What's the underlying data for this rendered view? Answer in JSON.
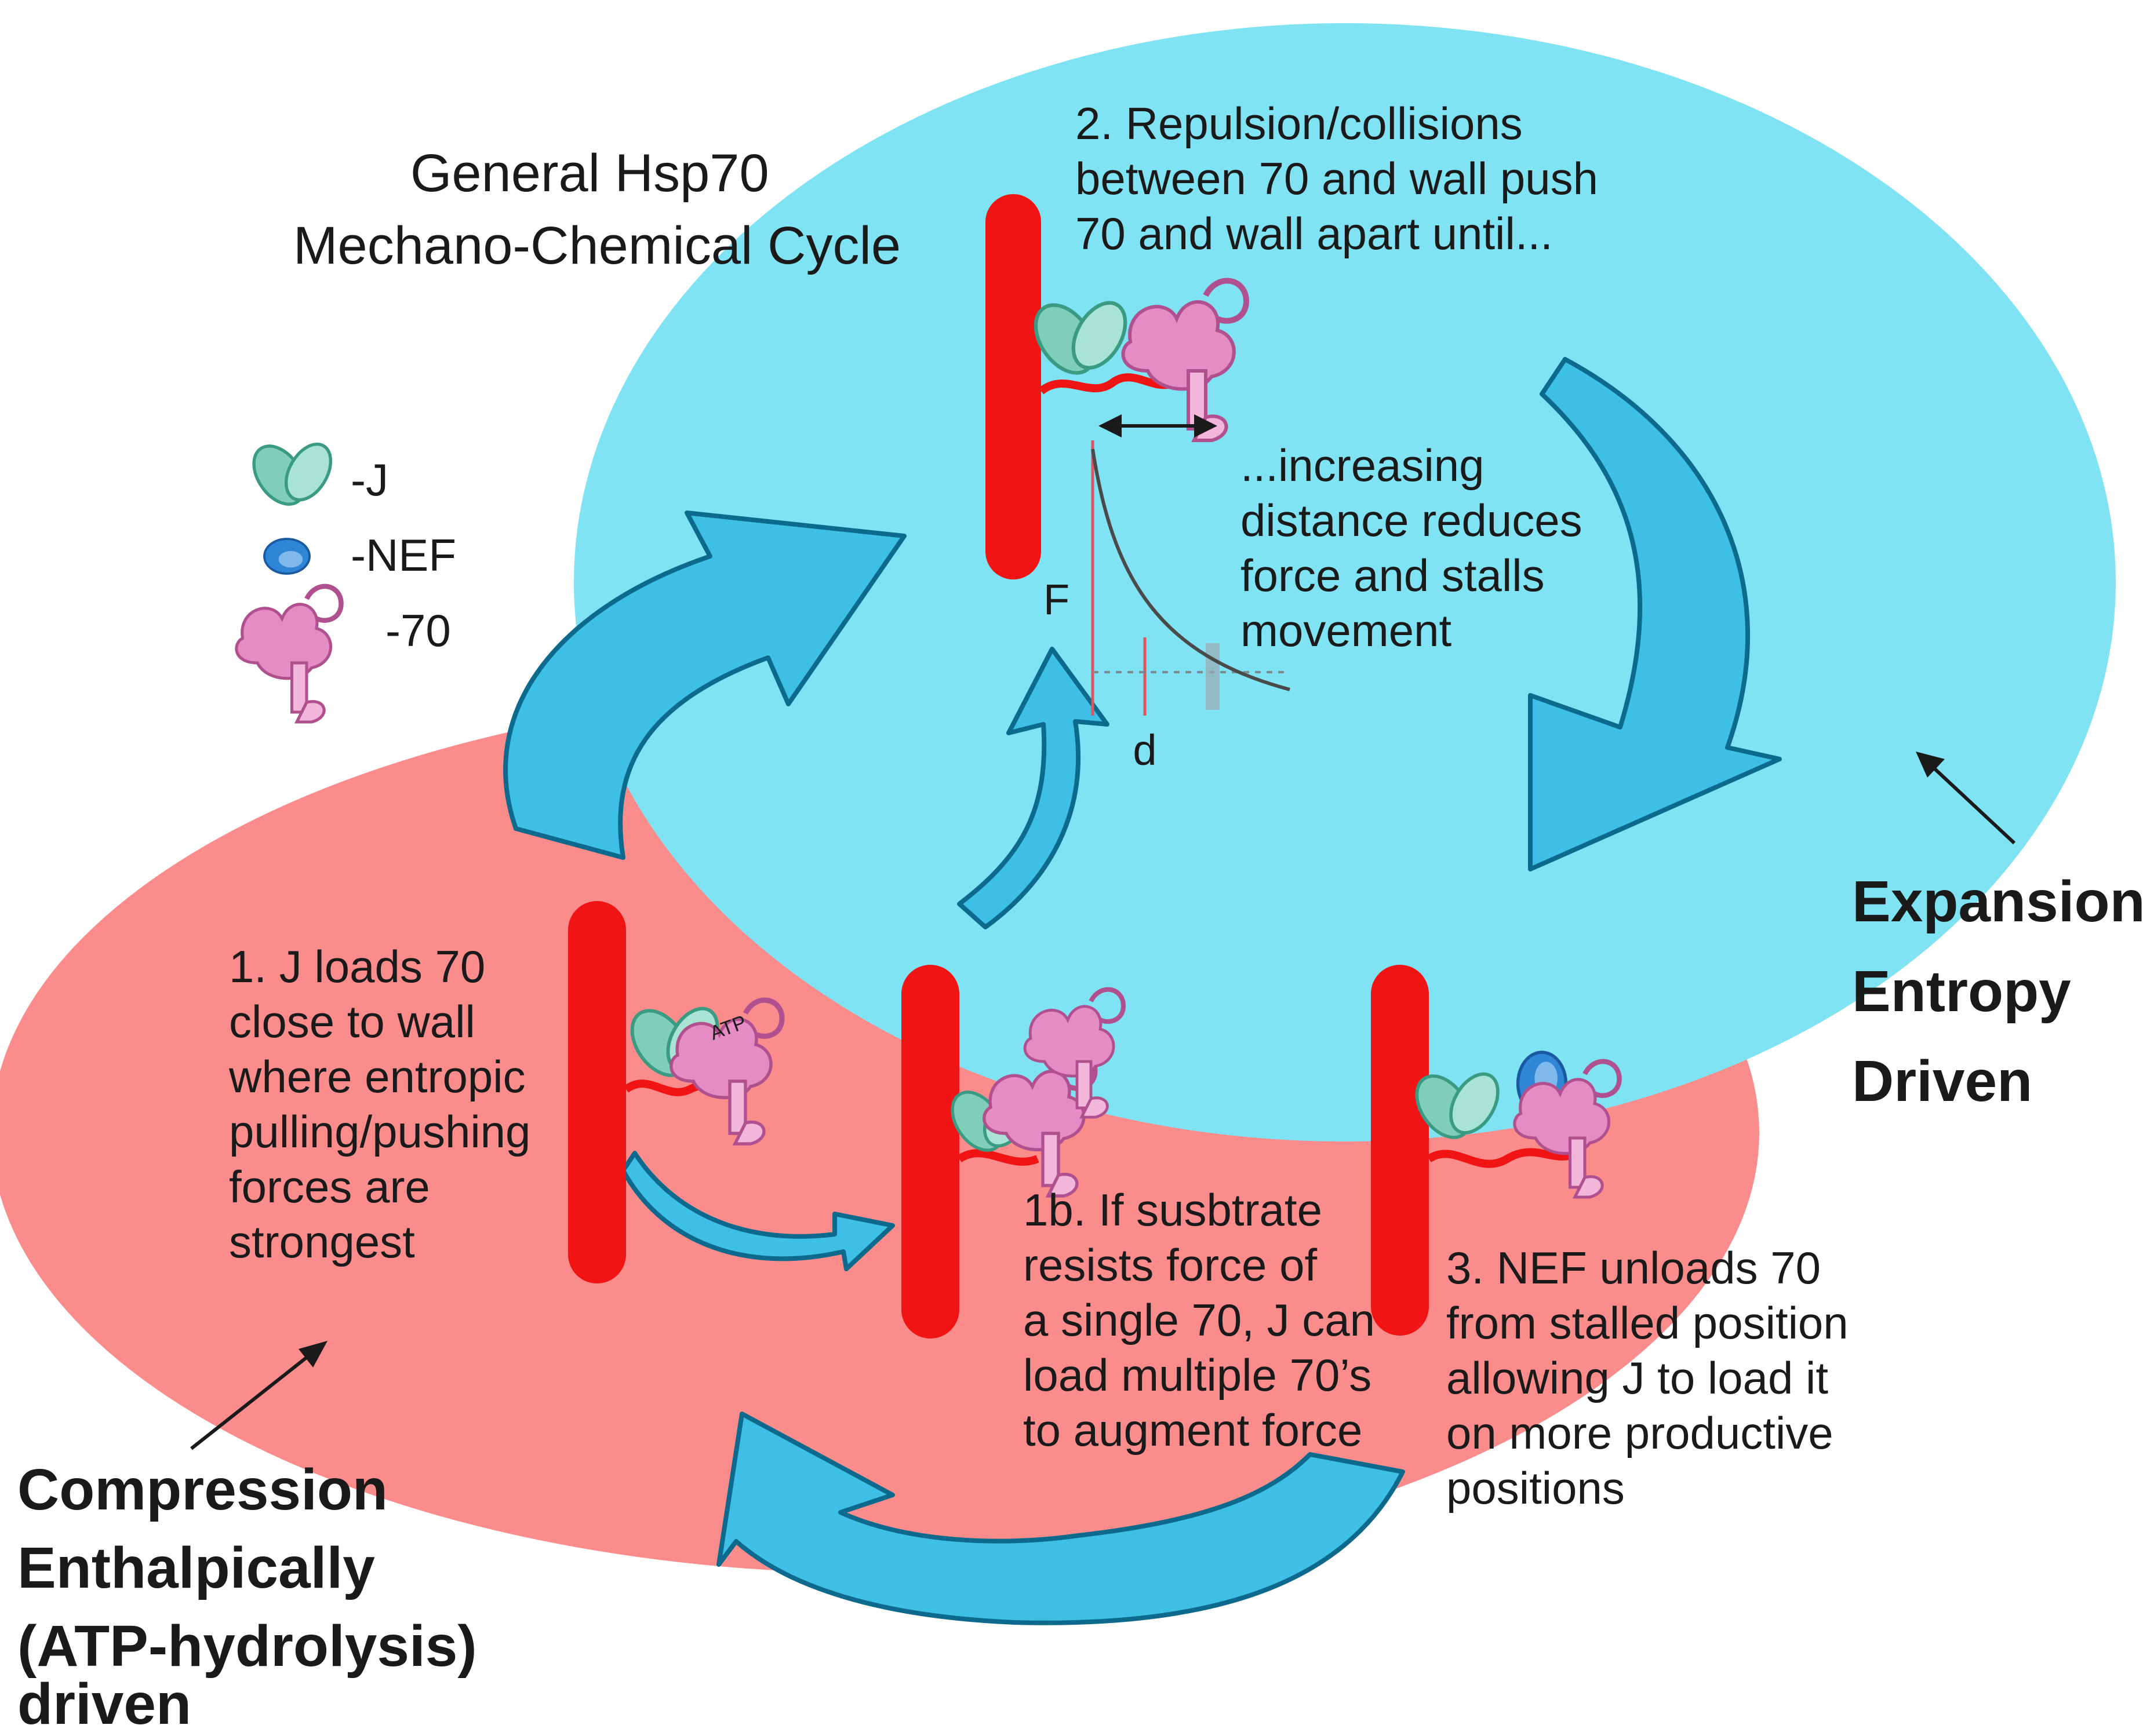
{
  "title": [
    "General Hsp70",
    "Mechano-Chemical Cycle"
  ],
  "legend": [
    {
      "icon": "j-protein-icon",
      "label": "-J"
    },
    {
      "icon": "nef-protein-icon",
      "label": "-NEF"
    },
    {
      "icon": "hsp70-protein-icon",
      "label": "-70"
    }
  ],
  "step1": [
    "1. J loads 70",
    "close to wall",
    "where entropic",
    "pulling/pushing",
    "forces are",
    "strongest"
  ],
  "step1b": [
    "1b. If susbtrate",
    "resists force of",
    "a single 70, J can",
    "load multiple 70’s",
    "to augment force"
  ],
  "step2": [
    "2. Repulsion/collisions",
    "between 70 and wall push",
    "70 and wall apart until..."
  ],
  "step2b": [
    "...increasing",
    "distance reduces",
    "force and stalls",
    "movement"
  ],
  "step3": [
    "3. NEF unloads 70",
    "from stalled position",
    "allowing J to load it",
    "on more productive",
    "positions"
  ],
  "graph": {
    "y_axis": "F",
    "x_axis": "d"
  },
  "phase_expansion": [
    "Expansion",
    "Entropy",
    "Driven"
  ],
  "phase_compression": [
    "Compression",
    "Enthalpically",
    "(ATP-hydrolysis)",
    "driven"
  ],
  "protein_tag": "ATP",
  "colors": {
    "expansion_region": "#7fe3f4",
    "compression_region": "#fa8c8c",
    "wall": "#f01414",
    "cycle_arrow": "#3dbfe6",
    "j_protein": "#7fcfb8",
    "nef_protein": "#2f86d6",
    "hsp70_protein": "#e58cc4"
  }
}
